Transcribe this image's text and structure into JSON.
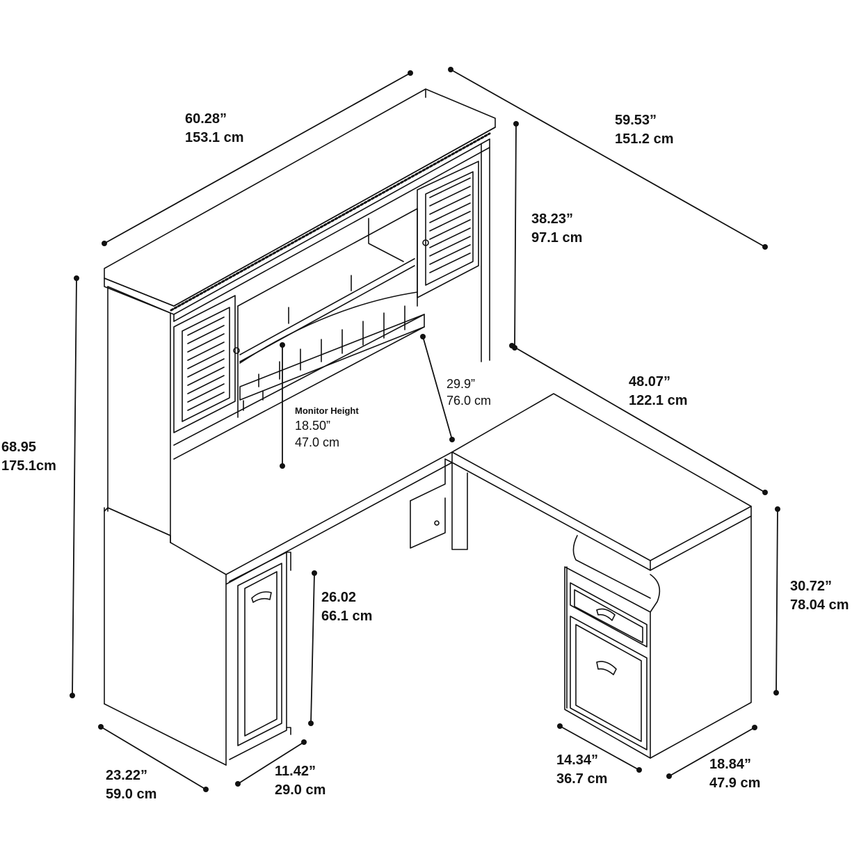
{
  "dims": {
    "hutch_width": {
      "in": "60.28”",
      "cm": "153.1 cm"
    },
    "desk_return_width": {
      "in": "59.53”",
      "cm": "151.2 cm"
    },
    "hutch_height": {
      "in": "38.23”",
      "cm": "97.1 cm"
    },
    "overall_height": {
      "in": "68.95",
      "cm": "175.1cm"
    },
    "return_length": {
      "in": "48.07”",
      "cm": "122.1 cm"
    },
    "desk_depth": {
      "in": "29.9”",
      "cm": "76.0 cm"
    },
    "monitor_height": {
      "caption": "Monitor Height",
      "in": "18.50”",
      "cm": "47.0 cm"
    },
    "knee_height": {
      "in": "26.02",
      "cm": "66.1 cm"
    },
    "desk_height": {
      "in": "30.72”",
      "cm": "78.04 cm"
    },
    "left_depth": {
      "in": "23.22”",
      "cm": "59.0 cm"
    },
    "cabinet_width": {
      "in": "11.42”",
      "cm": "29.0 cm"
    },
    "pedestal_width": {
      "in": "14.34”",
      "cm": "36.7 cm"
    },
    "pedestal_depth": {
      "in": "18.84”",
      "cm": "47.9 cm"
    }
  },
  "colors": {
    "line": "#111111",
    "background": "#ffffff"
  }
}
